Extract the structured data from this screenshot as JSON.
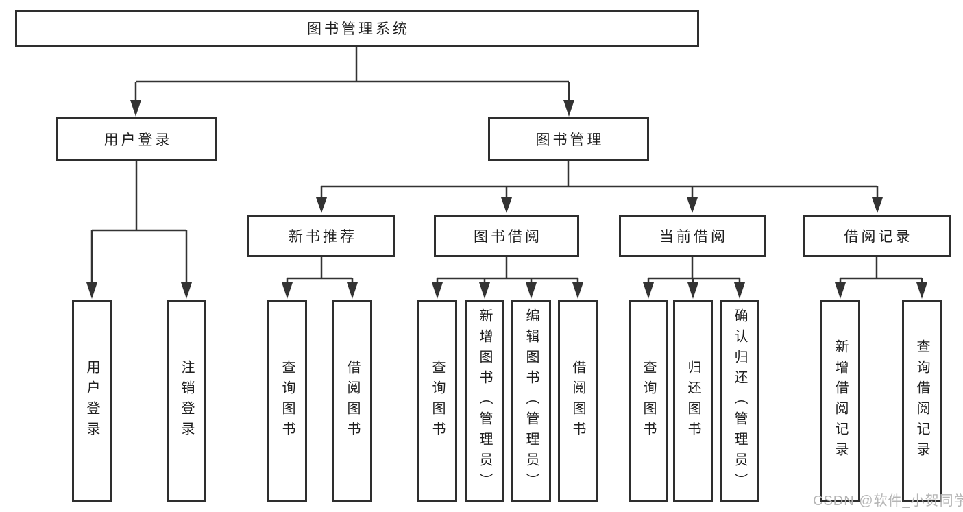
{
  "diagram": {
    "root": {
      "label": "图书管理系统"
    },
    "branches": [
      {
        "label": "用户登录"
      },
      {
        "label": "图书管理"
      }
    ],
    "modules": [
      {
        "label": "新书推荐"
      },
      {
        "label": "图书借阅"
      },
      {
        "label": "当前借阅"
      },
      {
        "label": "借阅记录"
      }
    ],
    "leaves": [
      {
        "label": "用户登录"
      },
      {
        "label": "注销登录"
      },
      {
        "label": "查询图书"
      },
      {
        "label": "借阅图书"
      },
      {
        "label": "查询图书"
      },
      {
        "label": "新增图书（管理员）"
      },
      {
        "label": "编辑图书（管理员）"
      },
      {
        "label": "借阅图书"
      },
      {
        "label": "查询图书"
      },
      {
        "label": "归还图书"
      },
      {
        "label": "确认归还（管理员）"
      },
      {
        "label": "新增借阅记录"
      },
      {
        "label": "查询借阅记录"
      }
    ],
    "colors": {
      "line": "#333333",
      "box_border": "#2e2e2e",
      "text": "#1f1f1f",
      "watermark": "#b5b5b5",
      "background": "#ffffff"
    }
  },
  "watermark": {
    "text": "CSDN @软件_小贺同学"
  }
}
